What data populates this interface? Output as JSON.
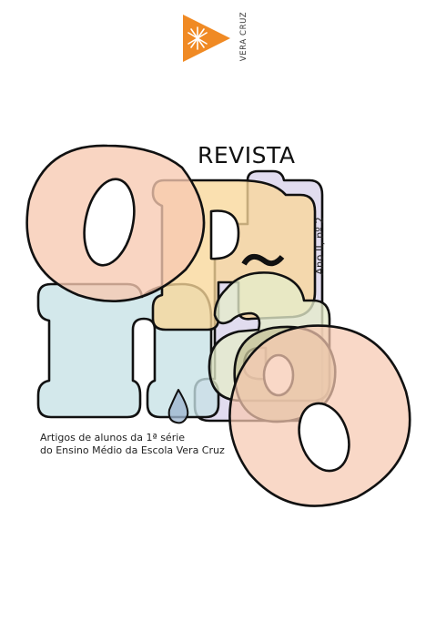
{
  "logo": {
    "icon": "star-burst-icon",
    "text": "VERA CRUZ",
    "color": "#f08a24"
  },
  "cover": {
    "heading": "REVISTA",
    "edition": "Ano II, nº 2",
    "subtitle_line1": "Artigos de alunos da 1ª série",
    "subtitle_line2": "do Ensino Médio da Escola Vera Cruz"
  },
  "colors": {
    "peach": "#f7c9b1",
    "orange": "#f9d79a",
    "lavender": "#d9d2ea",
    "light_blue": "#c7e2e6",
    "pale_green": "#e4eccb",
    "olive": "#c7c49a"
  }
}
